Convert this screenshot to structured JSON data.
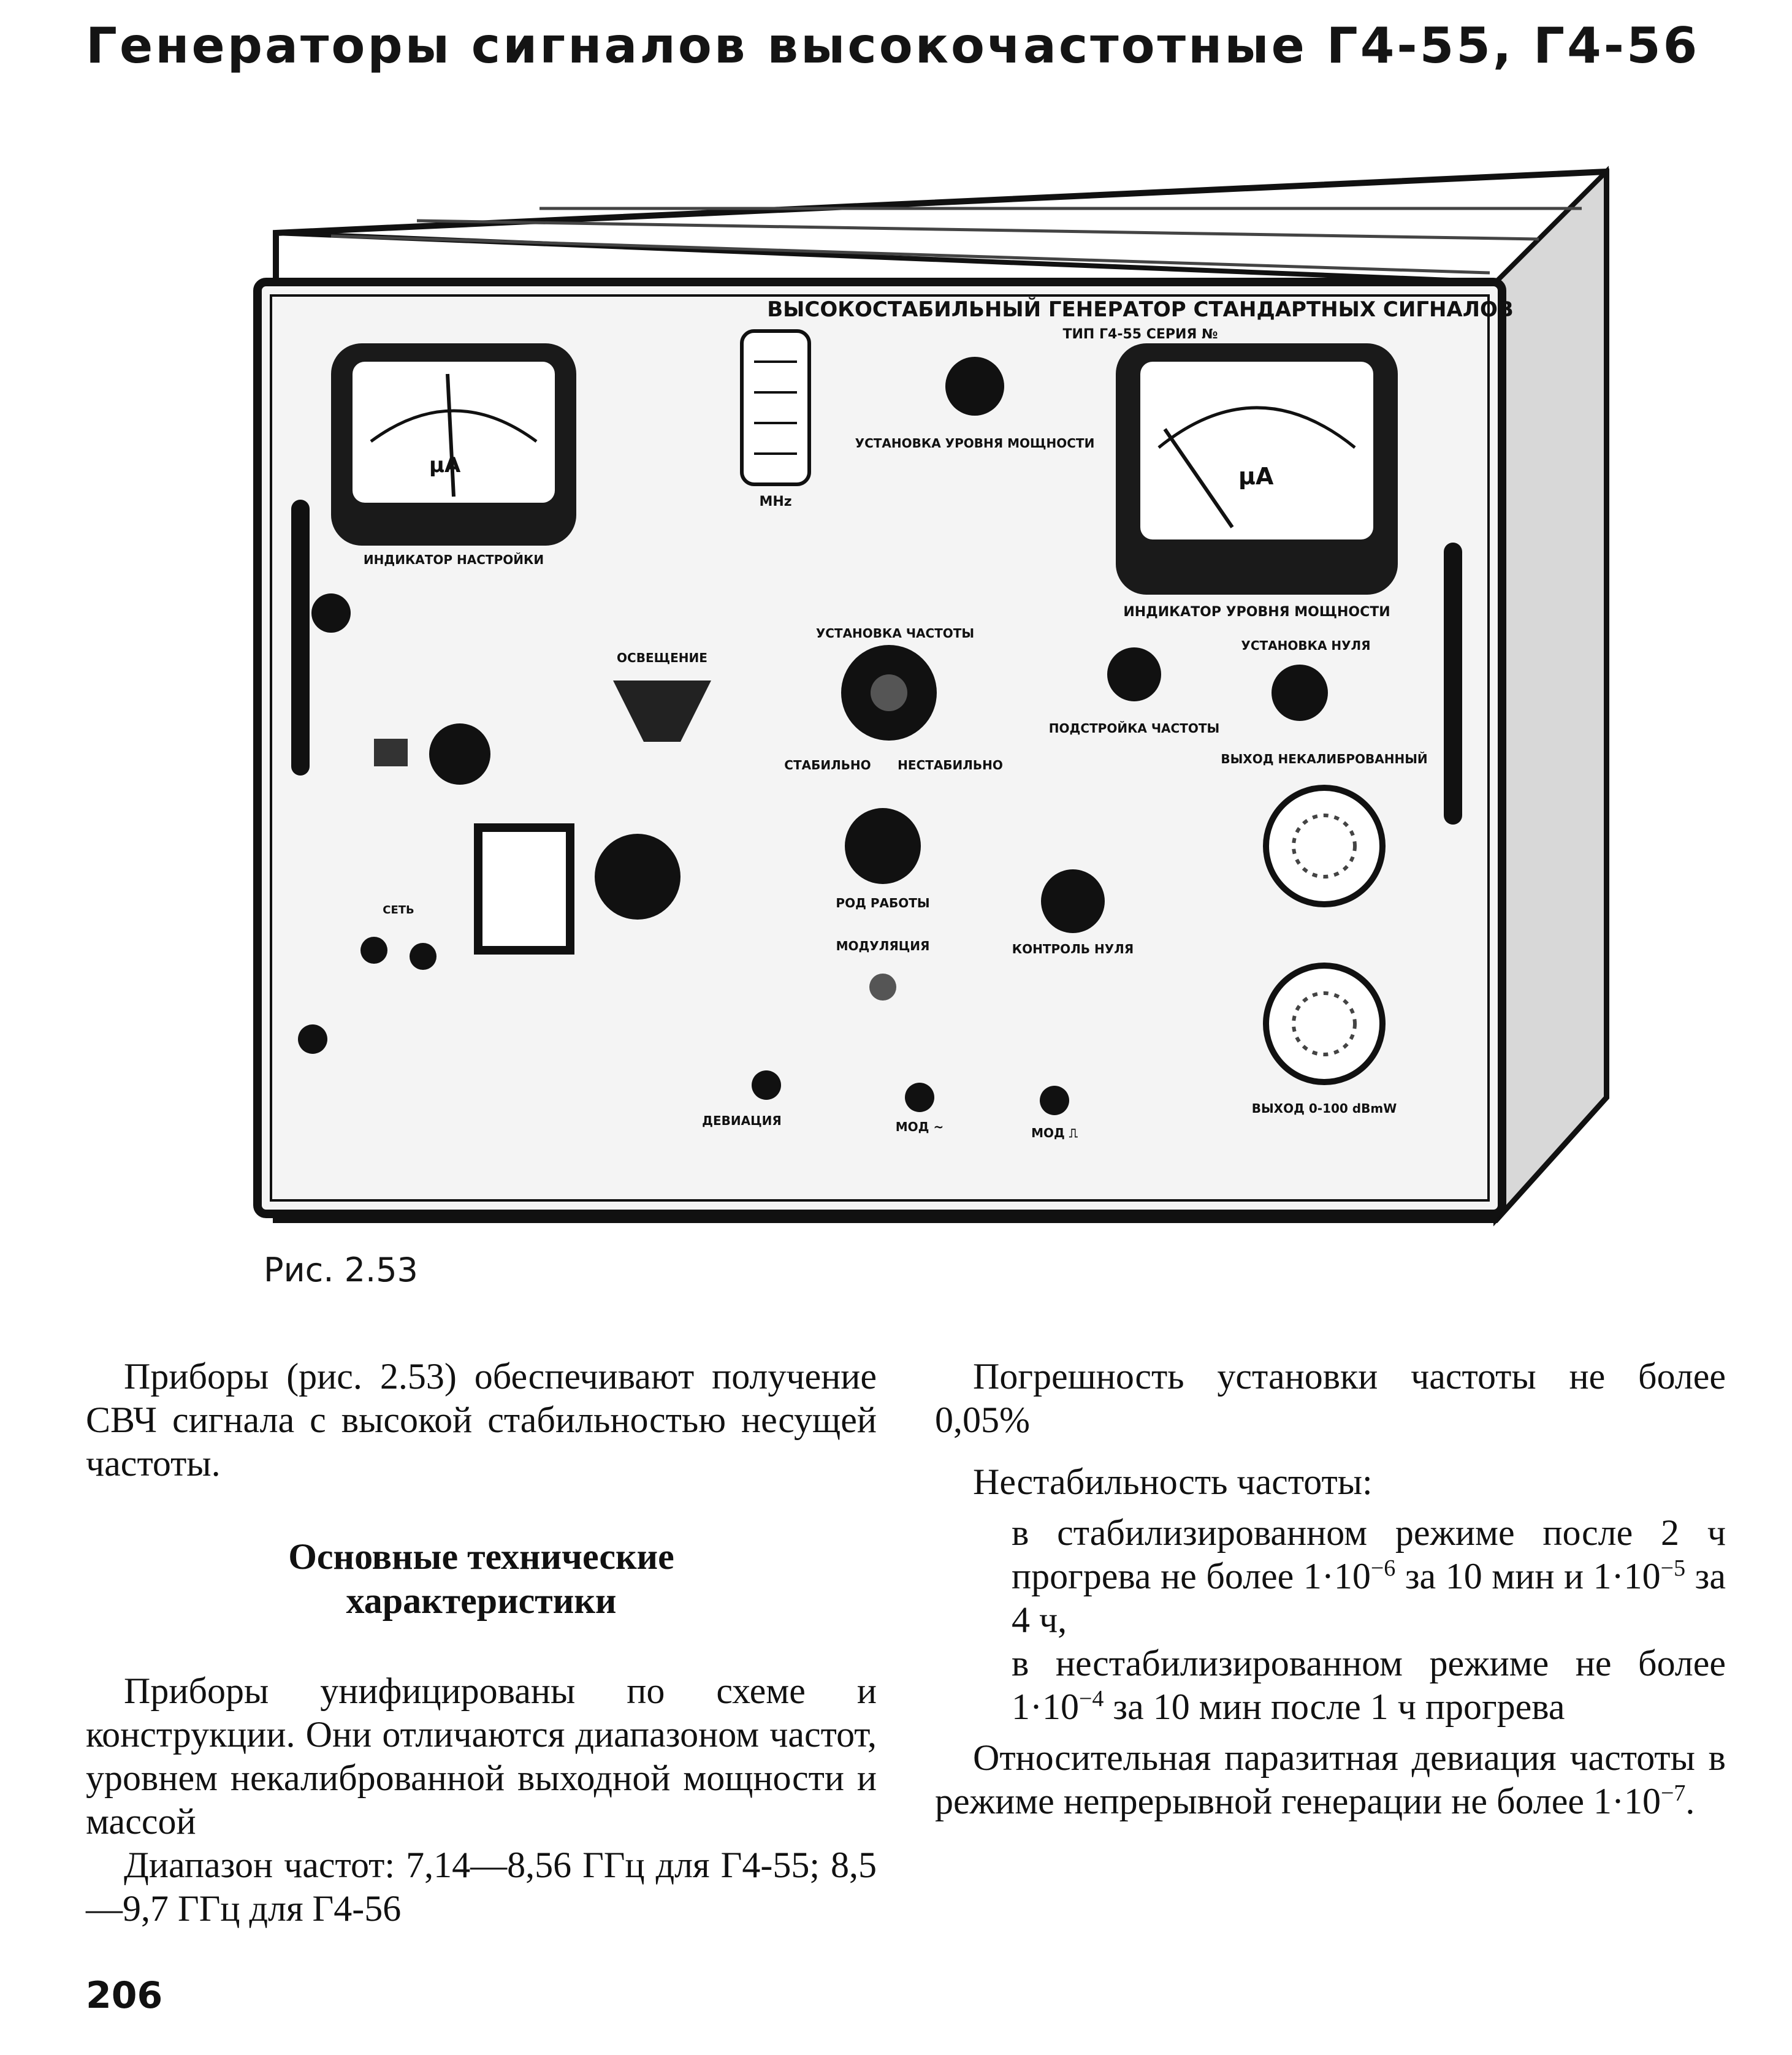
{
  "page": {
    "title": "Генераторы сигналов высокочастотные Г4-55, Г4-56",
    "page_number": "206"
  },
  "figure": {
    "caption": "Рис. 2.53",
    "panel_labels": {
      "header": "ВЫСОКОСТАБИЛЬНЫЙ ГЕНЕРАТОР СТАНДАРТНЫХ СИГНАЛОВ",
      "type_line": "ТИП Г4-55 СЕРИЯ №",
      "meter_left_unit": "μA",
      "meter_right_unit": "μA",
      "freq_scale_unit": "MHz",
      "tuning_indicator": "ИНДИКАТОР НАСТРОЙКИ",
      "power_level_set": "УСТАНОВКА УРОВНЯ МОЩНОСТИ",
      "power_level_indicator": "ИНДИКАТОР УРОВНЯ МОЩНОСТИ",
      "frequency_set": "УСТАНОВКА ЧАСТОТЫ",
      "stable": "СТАБИЛЬНО",
      "unstable": "НЕСТАБИЛЬНО",
      "fine_tuning": "ПОДСТРОЙКА ЧАСТОТЫ",
      "zero_set": "УСТАНОВКА НУЛЯ",
      "uncalibrated_output": "ВЫХОД НЕКАЛИБРОВАННЫЙ",
      "illumination": "ОСВЕЩЕНИЕ",
      "modulation_type": "РОД РАБОТЫ",
      "modulation": "МОДУЛЯЦИЯ",
      "zero_control": "КОНТРОЛЬ НУЛЯ",
      "output": "ВЫХОД 0-100 dBmW",
      "power": "СЕТЬ",
      "deviation": "ДЕВИАЦИЯ",
      "mod_sine": "МОД ~",
      "mod_pulse": "МОД ⎍"
    }
  },
  "text": {
    "left": {
      "intro": "Приборы (рис. 2.53) обеспечивают получение СВЧ сигнала с высокой стабильностью несущей частоты.",
      "heading_line1": "Основные технические",
      "heading_line2": "характеристики",
      "unified": "Приборы унифицированы по схеме и конструкции. Они отличаются диапазоном частот, уровнем некалиброванной выходной мощности и массой",
      "range": "Диапазон частот: 7,14—8,56 ГГц для Г4-55; 8,5—9,7 ГГц для Г4-56"
    },
    "right": {
      "accuracy": "Погрешность установки частоты не более 0,05%",
      "instability_title": "Нестабильность частоты:",
      "stab_mode_a": "в стабилизированном режиме после 2 ч прогрева не более 1·10",
      "stab_exp_a": "−6",
      "stab_mode_b": " за 10 мин и 1·10",
      "stab_exp_b": "−5",
      "stab_mode_c": " за 4 ч,",
      "unstab_mode_a": "в нестабилизированном режиме не более 1·10",
      "unstab_exp": "−4",
      "unstab_mode_b": " за 10 мин после 1 ч прогрева",
      "deviation_a": "Относительная паразитная девиация частоты в режиме непрерывной генерации не более 1·10",
      "deviation_exp": "−7",
      "deviation_b": "."
    }
  },
  "colors": {
    "ink": "#111111",
    "paper": "#ffffff",
    "panel": "#f4f4f4"
  }
}
